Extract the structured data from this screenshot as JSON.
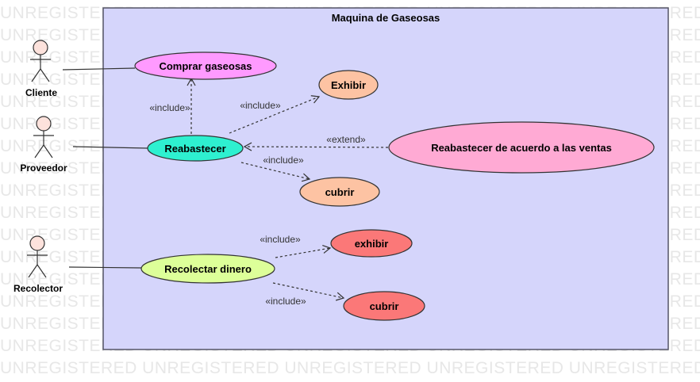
{
  "watermark": {
    "text": "UNREGISTERED",
    "lines": 17
  },
  "system": {
    "title": "Maquina de Gaseosas",
    "fill": "#d5d5fb",
    "stroke": "#555566"
  },
  "actors": {
    "cliente": "Cliente",
    "proveedor": "Proveedor",
    "recolector": "Recolector"
  },
  "actor_colors": {
    "head_fill": "#fde2dc",
    "line": "#333333"
  },
  "use_cases": {
    "comprar": {
      "label": "Comprar gaseosas",
      "fill": "#ff9aff"
    },
    "exhibir1": {
      "label": "Exhibir",
      "fill": "#fdc3a3"
    },
    "reabastecer": {
      "label": "Reabastecer",
      "fill": "#2ef0d0"
    },
    "ventas": {
      "label": "Reabastecer de acuerdo a las ventas",
      "fill": "#ffaad4"
    },
    "cubrir1": {
      "label": "cubrir",
      "fill": "#fdc3a3"
    },
    "recolectar": {
      "label": "Recolectar dinero",
      "fill": "#ddff99"
    },
    "exhibir2": {
      "label": "exhibir",
      "fill": "#fb7878"
    },
    "cubrir2": {
      "label": "cubrir",
      "fill": "#fb7878"
    }
  },
  "stereotypes": {
    "include": "«include»",
    "extend": "«extend»"
  }
}
